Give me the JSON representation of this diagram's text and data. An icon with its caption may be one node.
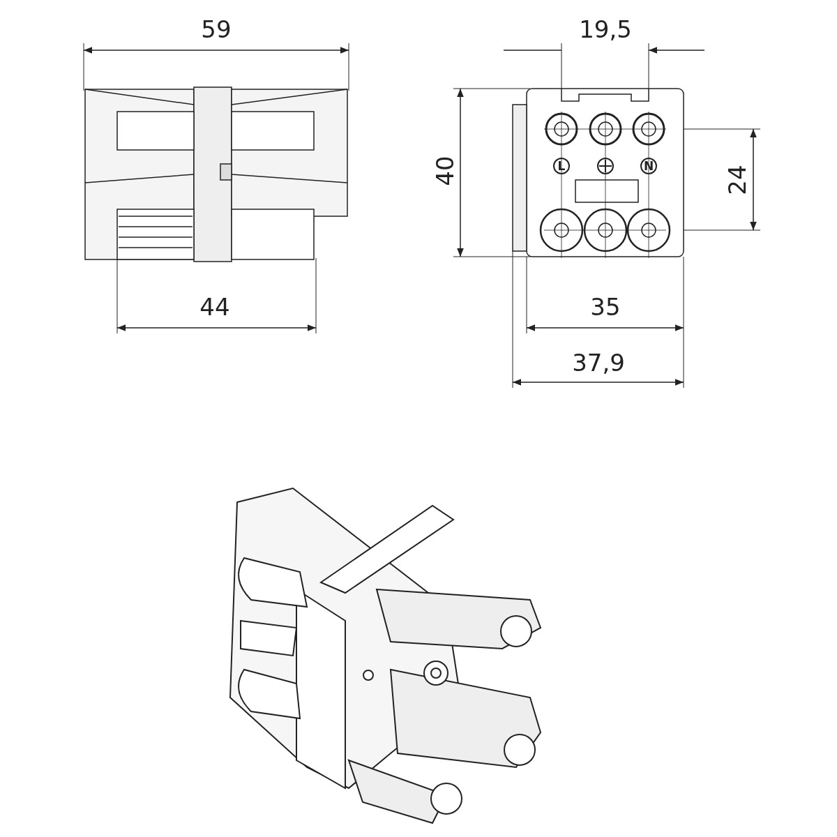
{
  "diagram": {
    "labels": [
      "59",
      "19,5",
      "40",
      "L",
      "N",
      "24",
      "44",
      "35",
      "37,9"
    ]
  }
}
